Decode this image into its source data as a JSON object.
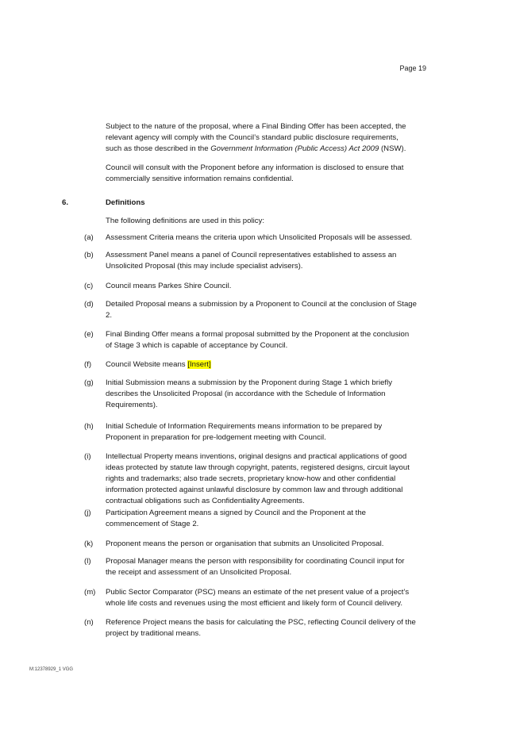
{
  "page_number": "Page 19",
  "intro": {
    "p1_lines": [
      "Subject to the nature of the proposal, where a Final Binding Offer has been accepted, the",
      "relevant agency will comply with the Council’s standard public disclosure requirements,"
    ],
    "p1_last_pre": "such as those described in the ",
    "p1_last_italic": "Government Information (Public Access) Act 2009",
    "p1_last_post": " (NSW).",
    "p2_lines": [
      "Council will consult with the Proponent before any information is disclosed to ensure that",
      "commercially sensitive information remains confidential."
    ]
  },
  "section": {
    "number": "6.",
    "title": "Definitions",
    "lead": "The following definitions are used in this policy:"
  },
  "definitions": [
    {
      "label": "(a)",
      "lines": [
        "Assessment Criteria means the criteria upon which Unsolicited Proposals will be assessed."
      ]
    },
    {
      "label": "(b)",
      "lines": [
        "Assessment Panel means a panel of Council representatives established to assess an",
        "Unsolicited Proposal (this may include specialist advisers)."
      ]
    },
    {
      "label": "(c)",
      "lines": [
        "Council means Parkes Shire Council."
      ]
    },
    {
      "label": "(d)",
      "lines": [
        "Detailed Proposal means a submission by a Proponent to Council at the conclusion of Stage",
        "2."
      ]
    },
    {
      "label": "(e)",
      "lines": [
        "Final Binding Offer means a formal proposal submitted by the Proponent at the conclusion",
        "of Stage 3 which is capable of acceptance by Council."
      ]
    },
    {
      "label": "(f)",
      "lines": [
        "Council Website means "
      ],
      "highlight": "[Insert]"
    },
    {
      "label": "(g)",
      "lines": [
        "Initial Submission means a submission by the Proponent during Stage 1 which briefly",
        "describes the Unsolicited Proposal (in accordance with the Schedule of Information",
        "Requirements)."
      ]
    },
    {
      "label": "(h)",
      "lines": [
        "Initial Schedule of Information Requirements means information to be prepared by",
        "Proponent in preparation for pre-lodgement meeting with Council."
      ]
    },
    {
      "label": "(i)",
      "lines": [
        "Intellectual Property means inventions, original designs and practical applications of good",
        "ideas protected by statute law through copyright, patents, registered designs, circuit layout",
        "rights and trademarks; also trade secrets, proprietary know-how and other confidential",
        "information protected against unlawful disclosure by common law and through additional",
        "contractual obligations such as Confidentiality Agreements."
      ]
    },
    {
      "label": "(j)",
      "lines": [
        "Participation Agreement means a signed by Council and the Proponent at the",
        "commencement of Stage 2."
      ]
    },
    {
      "label": "(k)",
      "lines": [
        "Proponent means the person or organisation that submits an Unsolicited Proposal."
      ]
    },
    {
      "label": "(l)",
      "lines": [
        "Proposal Manager means the person with responsibility for coordinating Council input for",
        "the receipt and assessment of an Unsolicited Proposal."
      ]
    },
    {
      "label": "(m)",
      "lines": [
        "Public Sector Comparator (PSC) means an estimate of the net present value of a project’s",
        "whole life costs and revenues using the most efficient and likely form of Council delivery."
      ]
    },
    {
      "label": "(n)",
      "lines": [
        "Reference Project means the basis for calculating the PSC, reflecting Council delivery of the",
        "project by traditional means."
      ]
    }
  ],
  "footer": "M:12378929_1 VGG"
}
